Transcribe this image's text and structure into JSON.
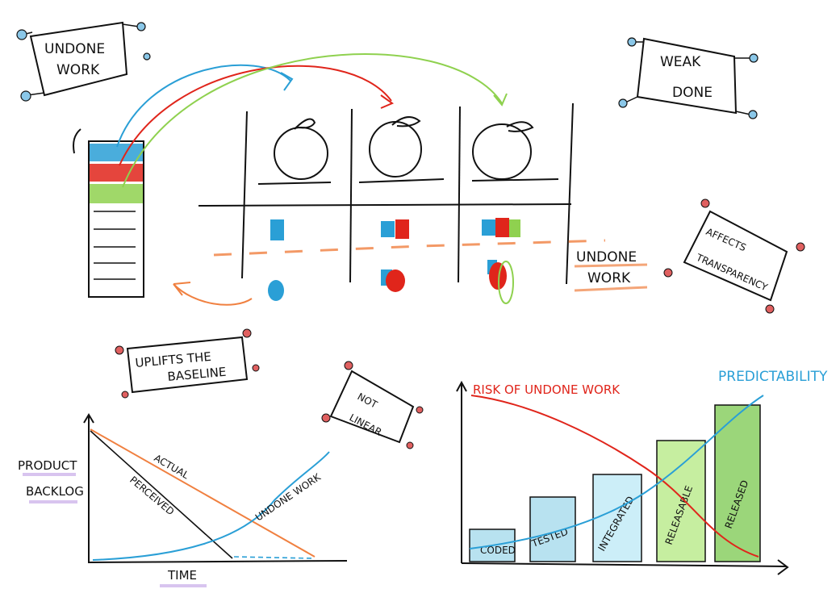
{
  "notes": {
    "undone_work": [
      "UNDONE",
      "WORK"
    ],
    "weak_done": [
      "WEAK",
      "DONE"
    ],
    "affects_transparency": [
      "AFFECTS",
      "TRANSPARENCY"
    ],
    "uplifts_baseline": [
      "UPLIFTS  THE",
      "BASELINE"
    ],
    "not_linear": [
      "NOT",
      "LINEAR"
    ]
  },
  "board": {
    "undone_work_label": [
      "UNDONE",
      "WORK"
    ]
  },
  "burndown": {
    "y_label": [
      "PRODUCT",
      "BACKLOG"
    ],
    "x_label": "TIME",
    "line_actual": "ACTUAL",
    "line_perceived": "PERCEIVED",
    "line_undone": "UNDONE WORK"
  },
  "risk_chart": {
    "risk_label": "RISK OF UNDONE WORK",
    "predictability_label": "PREDICTABILITY",
    "bars": [
      "CODED",
      "TESTED",
      "INTEGRATED",
      "RELEASABLE",
      "RELEASED"
    ]
  },
  "colors": {
    "blue": "#2a9fd6",
    "red": "#e0251b",
    "green": "#8fd14f",
    "orange": "#f08040",
    "pink_dot": "#e06060",
    "cyan_dot": "#5ab4e0"
  }
}
